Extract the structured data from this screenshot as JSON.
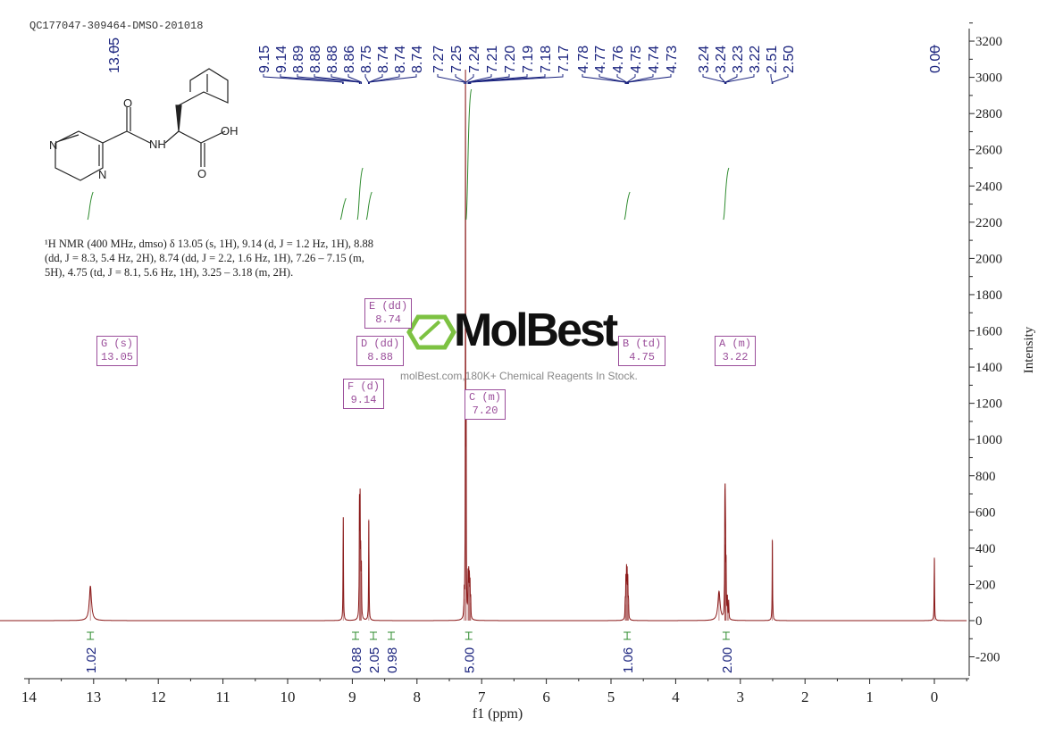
{
  "sample_id": "QC177047-309464-DMSO-201018",
  "nmr_description": "¹H NMR (400 MHz, dmso) δ 13.05 (s, 1H), 9.14 (d, J = 1.2 Hz, 1H), 8.88 (dd, J = 8.3, 5.4 Hz, 2H), 8.74 (dd, J = 2.2, 1.6 Hz, 1H), 7.26 – 7.15 (m, 5H), 4.75 (td, J = 8.1, 5.6 Hz, 1H), 3.25 – 3.18 (m, 2H).",
  "watermark": {
    "logo": "MolBest",
    "text": "molBest.com,180K+ Chemical Reagents In Stock."
  },
  "structure_labels": [
    "O",
    "NH",
    "OH",
    "O",
    "N",
    "N"
  ],
  "peak_boxes": [
    {
      "name": "G (s)",
      "value": "13.05"
    },
    {
      "name": "F (d)",
      "value": "9.14"
    },
    {
      "name": "D (dd)",
      "value": "8.88"
    },
    {
      "name": "E (dd)",
      "value": "8.74"
    },
    {
      "name": "C (m)",
      "value": "7.20"
    },
    {
      "name": "B (td)",
      "value": "4.75"
    },
    {
      "name": "A (m)",
      "value": "3.22"
    }
  ],
  "colors": {
    "spectrum": "#8b1a1a",
    "integral": "#2e8b2e",
    "peak_label": "#1a237e",
    "axis": "#222222",
    "box": "#9a4d9a",
    "logo_green": "#7dc242"
  },
  "chart_data": {
    "type": "line",
    "xlabel": "f1 (ppm)",
    "ylabel": "Intensity",
    "xlim": [
      14.5,
      -0.5
    ],
    "ylim": [
      -300,
      3300
    ],
    "x_ticks": [
      14,
      13,
      12,
      11,
      10,
      9,
      8,
      7,
      6,
      5,
      4,
      3,
      2,
      1,
      0
    ],
    "y_ticks": [
      -200,
      0,
      200,
      400,
      600,
      800,
      1000,
      1200,
      1400,
      1600,
      1800,
      2000,
      2200,
      2400,
      2600,
      2800,
      3000,
      3200
    ],
    "peak_label_groups": [
      [
        "13.05"
      ],
      [
        "9.15",
        "9.14",
        "8.89",
        "8.88",
        "8.88",
        "8.86",
        "8.75",
        "8.74",
        "8.74",
        "8.74"
      ],
      [
        "7.27",
        "7.25",
        "7.24",
        "7.21",
        "7.20",
        "7.19",
        "7.18",
        "7.17"
      ],
      [
        "4.78",
        "4.77",
        "4.76",
        "4.75",
        "4.74",
        "4.73"
      ],
      [
        "3.24",
        "3.24",
        "3.23",
        "3.22",
        "2.51",
        "2.50"
      ],
      [
        "0.00"
      ]
    ],
    "peaks": [
      [
        13.05,
        190,
        0.02
      ],
      [
        9.14,
        570,
        0.004
      ],
      [
        8.89,
        600,
        0.004
      ],
      [
        8.88,
        600,
        0.004
      ],
      [
        8.87,
        300,
        0.004
      ],
      [
        8.86,
        260,
        0.004
      ],
      [
        8.745,
        560,
        0.004
      ],
      [
        7.27,
        120,
        0.004
      ],
      [
        7.25,
        2950,
        0.003
      ],
      [
        7.24,
        1000,
        0.003
      ],
      [
        7.21,
        220,
        0.004
      ],
      [
        7.2,
        220,
        0.004
      ],
      [
        7.19,
        200,
        0.004
      ],
      [
        7.18,
        180,
        0.004
      ],
      [
        7.17,
        100,
        0.004
      ],
      [
        4.78,
        90,
        0.004
      ],
      [
        4.77,
        200,
        0.004
      ],
      [
        4.76,
        240,
        0.004
      ],
      [
        4.75,
        230,
        0.004
      ],
      [
        4.74,
        200,
        0.004
      ],
      [
        4.73,
        90,
        0.004
      ],
      [
        3.33,
        160,
        0.02
      ],
      [
        3.24,
        460,
        0.004
      ],
      [
        3.235,
        420,
        0.004
      ],
      [
        3.23,
        350,
        0.004
      ],
      [
        3.22,
        260,
        0.004
      ],
      [
        3.2,
        110,
        0.004
      ],
      [
        3.18,
        100,
        0.004
      ],
      [
        2.505,
        450,
        0.004
      ],
      [
        0.0,
        350,
        0.004
      ]
    ],
    "integrals": [
      {
        "ppm": 13.05,
        "value": "1.02"
      },
      {
        "ppm": 9.14,
        "value": "0.88"
      },
      {
        "ppm": 8.88,
        "value": "2.05"
      },
      {
        "ppm": 8.74,
        "value": "0.98"
      },
      {
        "ppm": 7.2,
        "value": "5.00"
      },
      {
        "ppm": 4.75,
        "value": "1.06"
      },
      {
        "ppm": 3.22,
        "value": "2.00"
      }
    ]
  }
}
